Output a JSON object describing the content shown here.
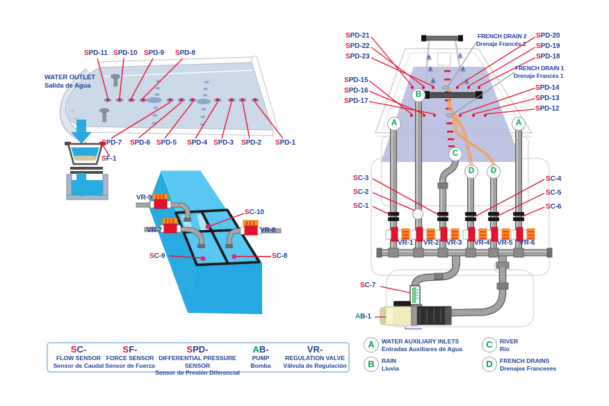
{
  "colors": {
    "label_red": "#e8112d",
    "label_blue": "#21409a",
    "letter_green": "#00a651",
    "water_cyan": "#29abe2",
    "soil_lavender": "#b7bce0",
    "valve_red": "#e8112d",
    "handle_orange": "#f7941d"
  },
  "left_diagram": {
    "water_outlet_en": "WATER OUTLET",
    "water_outlet_es": "Salida de Agua",
    "spd_top": [
      "SPD-11",
      "SPD-10",
      "SPD-9",
      "SPD-8"
    ],
    "spd_bottom": [
      "SPD-7",
      "SPD-6",
      "SPD-5",
      "SPD-4",
      "SPD-3",
      "SPD-2",
      "SPD-1"
    ],
    "sf": "SF-1"
  },
  "tank_diagram": {
    "vr9": "VR-9",
    "vr7": "VR-7",
    "vr8": "VR-8",
    "sc10": "SC-10",
    "sc9": "SC-9",
    "sc8": "SC-8"
  },
  "right_diagram": {
    "spd_left_top": [
      "SPD-21",
      "SPD-22",
      "SPD-23"
    ],
    "spd_right_top": [
      "SPD-20",
      "SPD-19",
      "SPD-18"
    ],
    "french_drain_2_en": "FRENCH DRAIN 2",
    "french_drain_2_es": "Drenaje Francés 2",
    "french_drain_1_en": "FRENCH DRAIN 1",
    "french_drain_1_es": "Drenaje Francés 1",
    "spd_left_mid": [
      "SPD-15",
      "SPD-16",
      "SPD-17"
    ],
    "spd_right_mid": [
      "SPD-14",
      "SPD-13",
      "SPD-12"
    ],
    "sc_left": [
      "SC-3",
      "SC-2",
      "SC-1"
    ],
    "sc_right": [
      "SC-4",
      "SC-5",
      "SC-6"
    ],
    "vr": [
      "VR-1",
      "VR-2",
      "VR-3",
      "VR-4",
      "VR-5",
      "VR-6"
    ],
    "sc7": "SC-7",
    "ab1": "AB-1",
    "letters": {
      "a": "A",
      "b": "B",
      "c": "C",
      "d": "D"
    }
  },
  "legend": {
    "items": [
      {
        "code": "SC-",
        "en": "FLOW SENSOR",
        "es": "Sensor de Caudal"
      },
      {
        "code": "SF-",
        "en": "FORCE SENSOR",
        "es": "Sensor de Fuerza"
      },
      {
        "code": "SPD-",
        "en": "DIFFERENTIAL PRESSURE SENSOR",
        "es": "Sensor de Presión Diferencial"
      },
      {
        "code": "AB-",
        "en": "PUMP",
        "es": "Bomba"
      },
      {
        "code": "VR-",
        "en": "REGULATION VALVE",
        "es": "Válvula de Regulación"
      }
    ]
  },
  "letter_legend": [
    {
      "letter": "A",
      "en": "WATER AUXILIARY INLETS",
      "es": "Entradas Auxiliares de Agua"
    },
    {
      "letter": "B",
      "en": "RAIN",
      "es": "Lluvia"
    },
    {
      "letter": "C",
      "en": "RIVER",
      "es": "Rio"
    },
    {
      "letter": "D",
      "en": "FRENCH DRAINS",
      "es": "Drenajes Franceses"
    }
  ]
}
